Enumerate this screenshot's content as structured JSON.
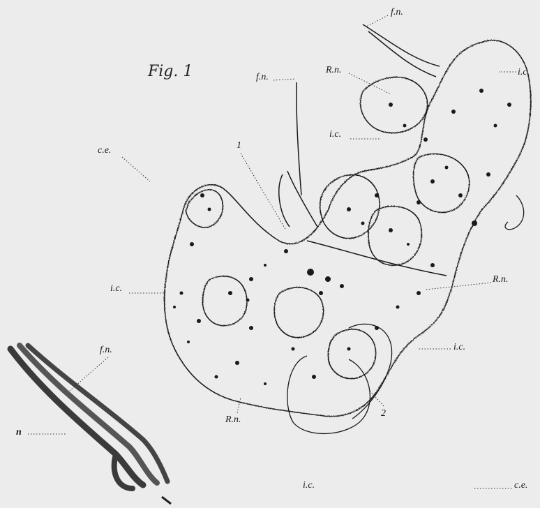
{
  "figure": {
    "title": "Fig. 1",
    "labels": {
      "fn_top": "f.n.",
      "fn_mid": "f.n.",
      "fn_lower": "f.n.",
      "rn_top": "R.n.",
      "rn_right": "R.n.",
      "rn_bottom": "R.n.",
      "ic_top_right": "i.c",
      "ic_mid": "i.c.",
      "ic_left": "i.c.",
      "ic_right": "i.c.",
      "ic_bottom": "i.c.",
      "ce_left": "c.e.",
      "ce_bottom": "c.e.",
      "n_left": "n",
      "num_1": "1",
      "num_2": "2"
    }
  }
}
